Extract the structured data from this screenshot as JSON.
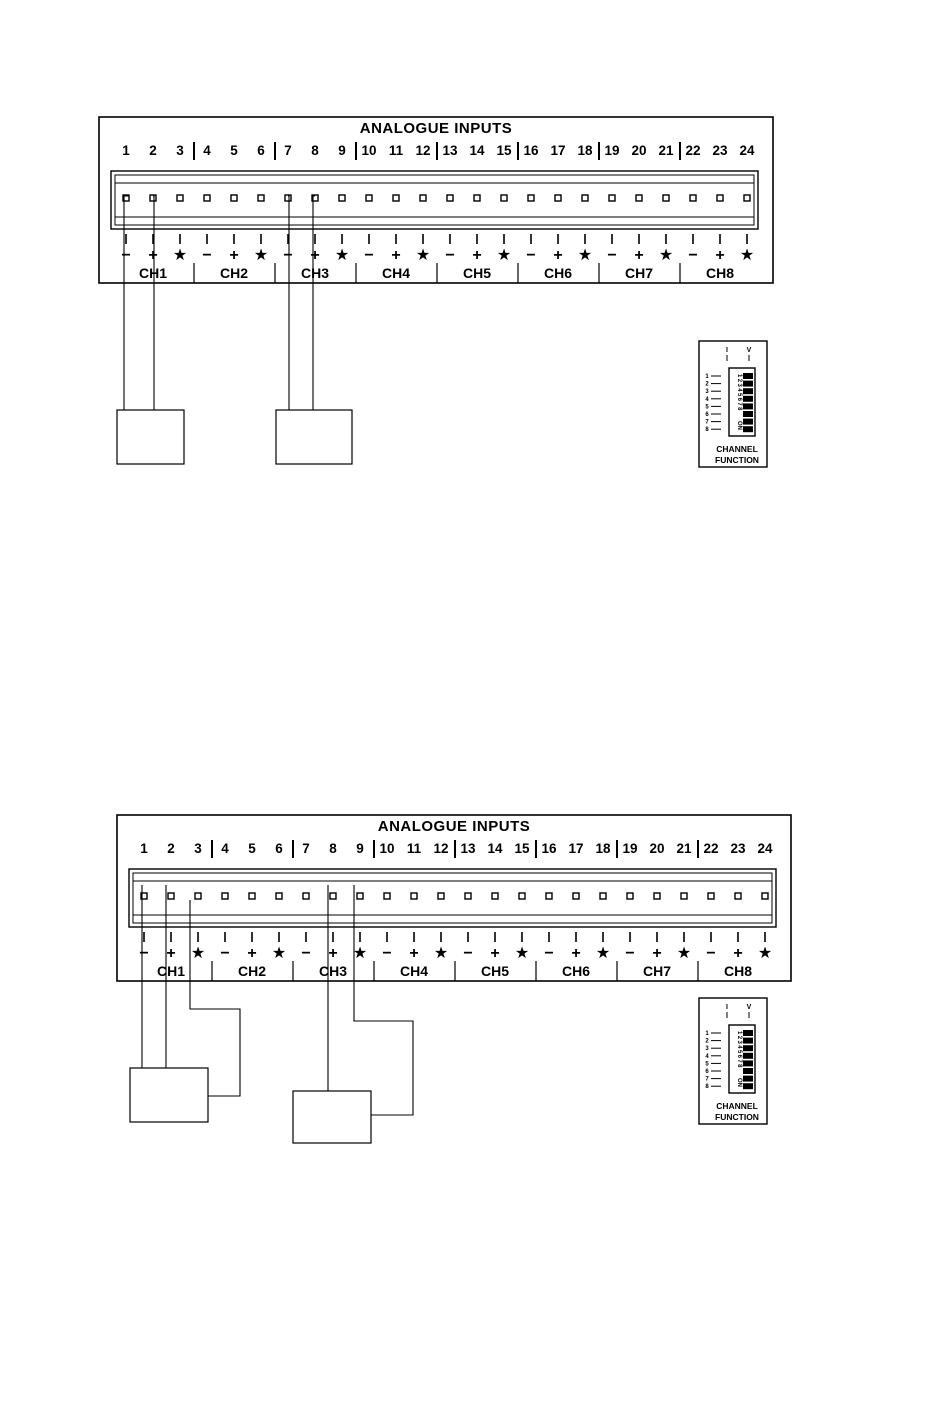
{
  "figures": [
    {
      "title": "ANALOGUE INPUTS",
      "terminals": [
        "1",
        "2",
        "3",
        "4",
        "5",
        "6",
        "7",
        "8",
        "9",
        "10",
        "11",
        "12",
        "13",
        "14",
        "15",
        "16",
        "17",
        "18",
        "19",
        "20",
        "21",
        "22",
        "23",
        "24"
      ],
      "polarity": [
        "−",
        "+",
        "★"
      ],
      "channels": [
        "CH1",
        "CH2",
        "CH3",
        "CH4",
        "CH5",
        "CH6",
        "CH7",
        "CH8"
      ],
      "switch": {
        "top_labels": [
          "I",
          "V"
        ],
        "row_numbers": [
          "1",
          "2",
          "3",
          "4",
          "5",
          "6",
          "7",
          "8"
        ],
        "digits": "12345678",
        "on_label": "ON",
        "caption_line1": "CHANNEL",
        "caption_line2": "FUNCTION"
      }
    },
    {
      "title": "ANALOGUE INPUTS",
      "terminals": [
        "1",
        "2",
        "3",
        "4",
        "5",
        "6",
        "7",
        "8",
        "9",
        "10",
        "11",
        "12",
        "13",
        "14",
        "15",
        "16",
        "17",
        "18",
        "19",
        "20",
        "21",
        "22",
        "23",
        "24"
      ],
      "polarity": [
        "−",
        "+",
        "★"
      ],
      "channels": [
        "CH1",
        "CH2",
        "CH3",
        "CH4",
        "CH5",
        "CH6",
        "CH7",
        "CH8"
      ],
      "switch": {
        "top_labels": [
          "I",
          "V"
        ],
        "row_numbers": [
          "1",
          "2",
          "3",
          "4",
          "5",
          "6",
          "7",
          "8"
        ],
        "digits": "12345678",
        "on_label": "ON",
        "caption_line1": "CHANNEL",
        "caption_line2": "FUNCTION"
      }
    }
  ]
}
